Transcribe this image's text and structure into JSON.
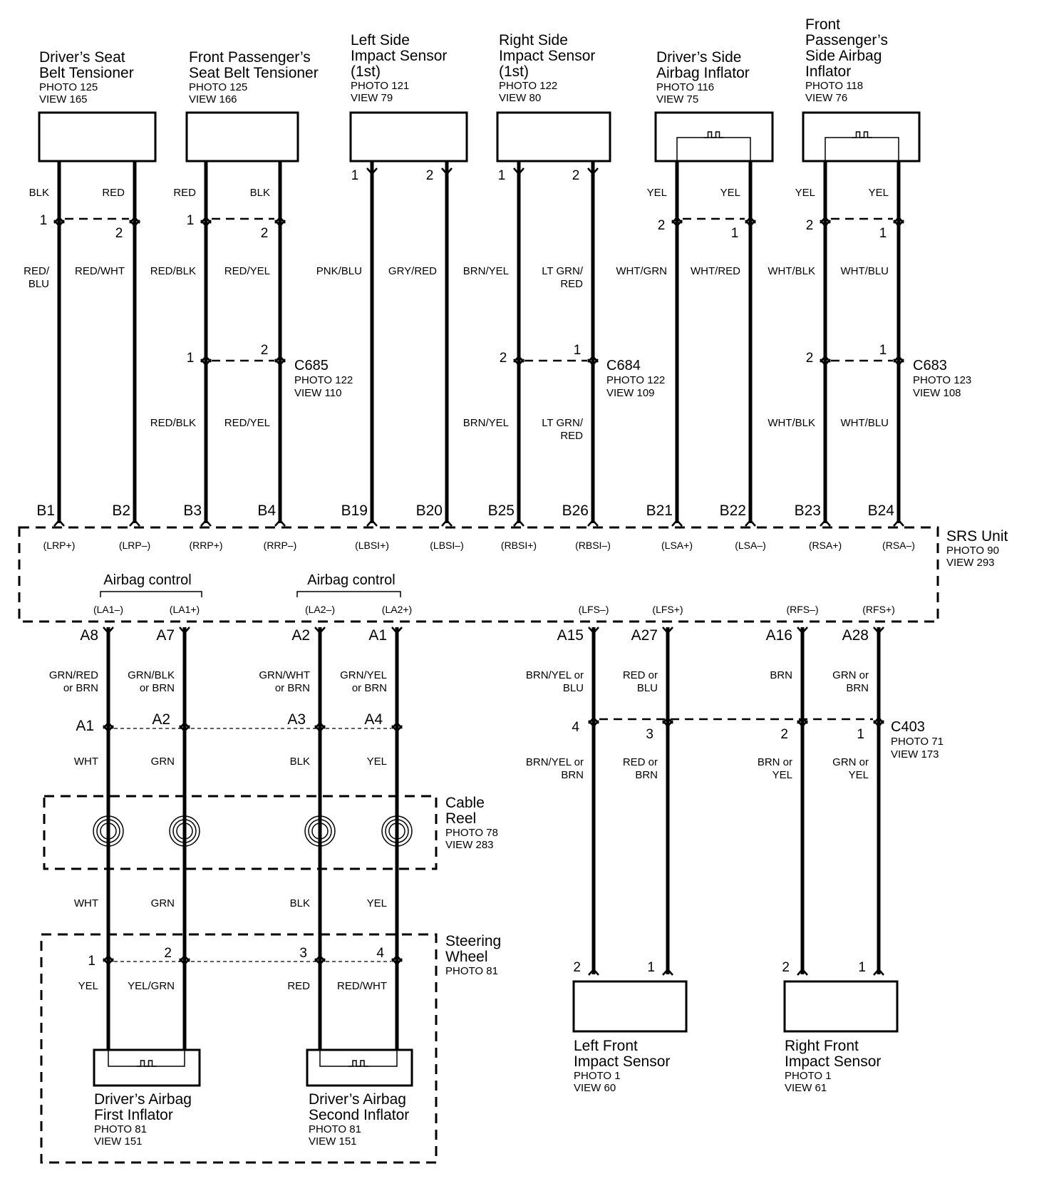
{
  "components": {
    "drivers_seat_belt_tensioner": {
      "name": [
        "Driver’s Seat",
        "Belt Tensioner"
      ],
      "photo": "PHOTO 125",
      "view": "VIEW 165"
    },
    "front_passengers_seat_belt_tensioner": {
      "name": [
        "Front Passenger’s",
        "Seat Belt Tensioner"
      ],
      "photo": "PHOTO 125",
      "view": "VIEW 166"
    },
    "left_side_impact_sensor": {
      "name": [
        "Left Side",
        "Impact Sensor",
        "(1st)"
      ],
      "photo": "PHOTO 121",
      "view": "VIEW 79"
    },
    "right_side_impact_sensor": {
      "name": [
        "Right Side",
        "Impact Sensor",
        "(1st)"
      ],
      "photo": "PHOTO 122",
      "view": "VIEW 80"
    },
    "drivers_side_airbag_inflator": {
      "name": [
        "Driver’s Side",
        "Airbag Inflator"
      ],
      "photo": "PHOTO 116",
      "view": "VIEW 75"
    },
    "front_passengers_side_airbag_inflator": {
      "name": [
        "Front",
        "Passenger’s",
        "Side Airbag",
        "Inflator"
      ],
      "photo": "PHOTO 118",
      "view": "VIEW 76"
    },
    "srs_unit": {
      "name": [
        "SRS Unit"
      ],
      "photo": "PHOTO 90",
      "view": "VIEW 293"
    },
    "cable_reel": {
      "name": [
        "Cable",
        "Reel"
      ],
      "photo": "PHOTO 78",
      "view": "VIEW 283"
    },
    "steering_wheel": {
      "name": [
        "Steering",
        "Wheel"
      ],
      "photo": "PHOTO 81"
    },
    "drivers_airbag_first_inflator": {
      "name": [
        "Driver’s Airbag",
        "First Inflator"
      ],
      "photo": "PHOTO 81",
      "view": "VIEW 151"
    },
    "drivers_airbag_second_inflator": {
      "name": [
        "Driver’s Airbag",
        "Second Inflator"
      ],
      "photo": "PHOTO 81",
      "view": "VIEW 151"
    },
    "left_front_impact_sensor": {
      "name": [
        "Left Front",
        "Impact Sensor"
      ],
      "photo": "PHOTO 1",
      "view": "VIEW 60"
    },
    "right_front_impact_sensor": {
      "name": [
        "Right Front",
        "Impact Sensor"
      ],
      "photo": "PHOTO 1",
      "view": "VIEW 61"
    }
  },
  "connectors": {
    "c685": {
      "name": "C685",
      "photo": "PHOTO 122",
      "view": "VIEW 110"
    },
    "c684": {
      "name": "C684",
      "photo": "PHOTO 122",
      "view": "VIEW 109"
    },
    "c683": {
      "name": "C683",
      "photo": "PHOTO 123",
      "view": "VIEW 108"
    },
    "c403": {
      "name": "C403",
      "photo": "PHOTO 71",
      "view": "VIEW 173"
    }
  },
  "top_wires": [
    {
      "device_pin": "1",
      "upper_color": [
        "BLK"
      ],
      "lower_color": [
        "RED/",
        "BLU"
      ],
      "terminal": "B1",
      "signal": "(LRP+)"
    },
    {
      "device_pin": "2",
      "upper_color": [
        "RED"
      ],
      "lower_color": [
        "RED/WHT"
      ],
      "terminal": "B2",
      "signal": "(LRP–)"
    },
    {
      "device_pin": "1",
      "upper_color": [
        "RED"
      ],
      "lower_color": [
        "RED/BLK"
      ],
      "mid_pin": "1",
      "below_color": [
        "RED/BLK"
      ],
      "terminal": "B3",
      "signal": "(RRP+)"
    },
    {
      "device_pin": "2",
      "upper_color": [
        "BLK"
      ],
      "lower_color": [
        "RED/YEL"
      ],
      "mid_pin": "2",
      "below_color": [
        "RED/YEL"
      ],
      "terminal": "B4",
      "signal": "(RRP–)"
    },
    {
      "device_pin": "1",
      "lower_color": [
        "PNK/BLU"
      ],
      "terminal": "B19",
      "signal": "(LBSI+)"
    },
    {
      "device_pin": "2",
      "lower_color": [
        "GRY/RED"
      ],
      "terminal": "B20",
      "signal": "(LBSI–)"
    },
    {
      "device_pin": "1",
      "lower_color": [
        "BRN/YEL"
      ],
      "mid_pin": "2",
      "below_color": [
        "BRN/YEL"
      ],
      "terminal": "B25",
      "signal": "(RBSI+)"
    },
    {
      "device_pin": "2",
      "lower_color": [
        "LT GRN/",
        "RED"
      ],
      "mid_pin": "1",
      "below_color": [
        "LT GRN/",
        "RED"
      ],
      "terminal": "B26",
      "signal": "(RBSI–)"
    },
    {
      "device_pin": "2",
      "upper_color": [
        "YEL"
      ],
      "lower_color": [
        "WHT/GRN"
      ],
      "terminal": "B21",
      "signal": "(LSA+)"
    },
    {
      "device_pin": "1",
      "upper_color": [
        "YEL"
      ],
      "lower_color": [
        "WHT/RED"
      ],
      "terminal": "B22",
      "signal": "(LSA–)"
    },
    {
      "device_pin": "2",
      "upper_color": [
        "YEL"
      ],
      "lower_color": [
        "WHT/BLK"
      ],
      "mid_pin": "2",
      "below_color": [
        "WHT/BLK"
      ],
      "terminal": "B23",
      "signal": "(RSA+)"
    },
    {
      "device_pin": "1",
      "upper_color": [
        "YEL"
      ],
      "lower_color": [
        "WHT/BLU"
      ],
      "mid_pin": "1",
      "below_color": [
        "WHT/BLU"
      ],
      "terminal": "B24",
      "signal": "(RSA–)"
    }
  ],
  "airbag_control_label": "Airbag control",
  "left_bottom_wires": [
    {
      "signal": "(LA1–)",
      "terminal": "A8",
      "color1": [
        "GRN/RED",
        "or BRN"
      ],
      "joint": "A1",
      "color2": [
        "WHT"
      ],
      "color3": [
        "WHT"
      ],
      "sw_pin": "1",
      "color4": [
        "YEL"
      ]
    },
    {
      "signal": "(LA1+)",
      "terminal": "A7",
      "color1": [
        "GRN/BLK",
        "or BRN"
      ],
      "joint": "A2",
      "color2": [
        "GRN"
      ],
      "color3": [
        "GRN"
      ],
      "sw_pin": "2",
      "color4": [
        "YEL/GRN"
      ]
    },
    {
      "signal": "(LA2–)",
      "terminal": "A2",
      "color1": [
        "GRN/WHT",
        "or BRN"
      ],
      "joint": "A3",
      "color2": [
        "BLK"
      ],
      "color3": [
        "BLK"
      ],
      "sw_pin": "3",
      "color4": [
        "RED"
      ]
    },
    {
      "signal": "(LA2+)",
      "terminal": "A1",
      "color1": [
        "GRN/YEL",
        "or BRN"
      ],
      "joint": "A4",
      "color2": [
        "YEL"
      ],
      "color3": [
        "YEL"
      ],
      "sw_pin": "4",
      "color4": [
        "RED/WHT"
      ]
    }
  ],
  "right_bottom_wires": [
    {
      "signal": "(LFS–)",
      "terminal": "A15",
      "color1": [
        "BRN/YEL or",
        "BLU"
      ],
      "c403_pin": "4",
      "color2": [
        "BRN/YEL or",
        "BRN"
      ],
      "sensor_pin": "2"
    },
    {
      "signal": "(LFS+)",
      "terminal": "A27",
      "color1": [
        "RED or",
        "BLU"
      ],
      "c403_pin": "3",
      "color2": [
        "RED or",
        "BRN"
      ],
      "sensor_pin": "1"
    },
    {
      "signal": "(RFS–)",
      "terminal": "A16",
      "color1": [
        "BRN"
      ],
      "c403_pin": "2",
      "color2": [
        "BRN or",
        "YEL"
      ],
      "sensor_pin": "2"
    },
    {
      "signal": "(RFS+)",
      "terminal": "A28",
      "color1": [
        "GRN or",
        "BRN"
      ],
      "c403_pin": "1",
      "color2": [
        "GRN or",
        "YEL"
      ],
      "sensor_pin": "1"
    }
  ]
}
